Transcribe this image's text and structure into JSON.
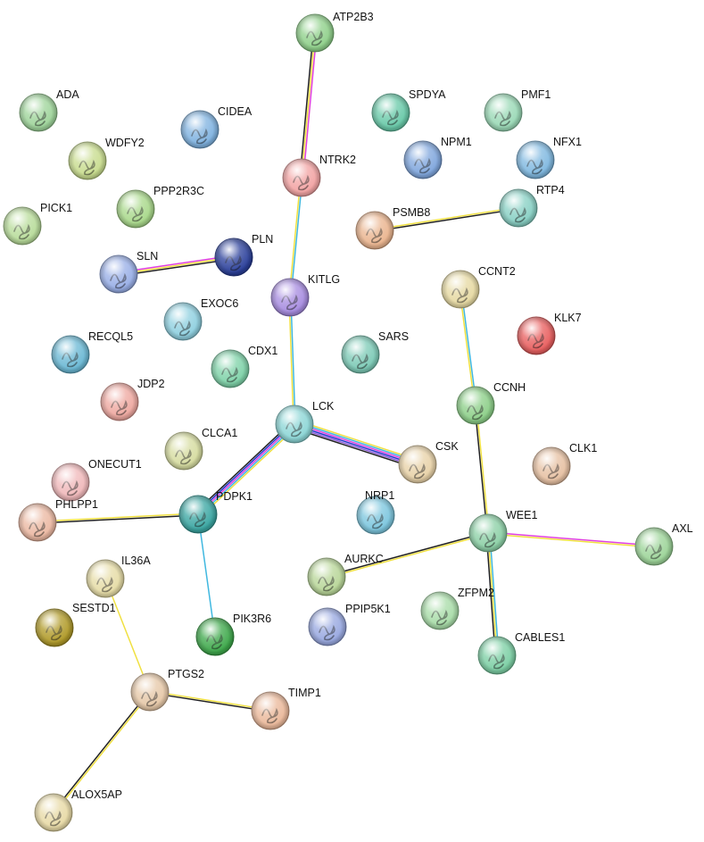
{
  "network": {
    "nodes": [
      {
        "id": "ATP2B3",
        "color": "#8fd08a"
      },
      {
        "id": "ADA",
        "color": "#9ed49a"
      },
      {
        "id": "CIDEA",
        "color": "#7fb2e0"
      },
      {
        "id": "SPDYA",
        "color": "#68c9a8"
      },
      {
        "id": "PMF1",
        "color": "#9ad9b6"
      },
      {
        "id": "WDFY2",
        "color": "#c8dc8e"
      },
      {
        "id": "NTRK2",
        "color": "#f2a3a3"
      },
      {
        "id": "NPM1",
        "color": "#7fa6dd"
      },
      {
        "id": "NFX1",
        "color": "#7fb8e0"
      },
      {
        "id": "PPP2R3C",
        "color": "#a8d88a"
      },
      {
        "id": "PICK1",
        "color": "#b8dc9a"
      },
      {
        "id": "RTP4",
        "color": "#88d0c4"
      },
      {
        "id": "PSMB8",
        "color": "#eab48e"
      },
      {
        "id": "PLN",
        "color": "#2a3f9a"
      },
      {
        "id": "SLN",
        "color": "#98aee6"
      },
      {
        "id": "KITLG",
        "color": "#a78ce0"
      },
      {
        "id": "CCNT2",
        "color": "#e6d9a2"
      },
      {
        "id": "EXOC6",
        "color": "#8fd0e0"
      },
      {
        "id": "RECQL5",
        "color": "#6ab8d4"
      },
      {
        "id": "CDX1",
        "color": "#7ed2a8"
      },
      {
        "id": "SARS",
        "color": "#7ccab6"
      },
      {
        "id": "KLK7",
        "color": "#e85e5e"
      },
      {
        "id": "JDP2",
        "color": "#eea8a0"
      },
      {
        "id": "CCNH",
        "color": "#8ccf88"
      },
      {
        "id": "LCK",
        "color": "#8cd6d6"
      },
      {
        "id": "CLCA1",
        "color": "#d6dca0"
      },
      {
        "id": "CSK",
        "color": "#e8d2a8"
      },
      {
        "id": "CLK1",
        "color": "#e6c0a2"
      },
      {
        "id": "ONECUT1",
        "color": "#f0b8ba"
      },
      {
        "id": "PHLPP1",
        "color": "#ebb8a2"
      },
      {
        "id": "PDPK1",
        "color": "#3aa6a2"
      },
      {
        "id": "NRP1",
        "color": "#7cc6de"
      },
      {
        "id": "WEE1",
        "color": "#8cd0a6"
      },
      {
        "id": "AXL",
        "color": "#9cd498"
      },
      {
        "id": "IL36A",
        "color": "#e6dca6"
      },
      {
        "id": "AURKC",
        "color": "#b8d698"
      },
      {
        "id": "SESTD1",
        "color": "#b09a28"
      },
      {
        "id": "PPIP5K1",
        "color": "#98a8e0"
      },
      {
        "id": "ZFPM2",
        "color": "#a8dca8"
      },
      {
        "id": "PIK3R6",
        "color": "#3da84a"
      },
      {
        "id": "CABLES1",
        "color": "#7ccfa4"
      },
      {
        "id": "PTGS2",
        "color": "#e6c8a8"
      },
      {
        "id": "TIMP1",
        "color": "#eab89a"
      },
      {
        "id": "ALOX5AP",
        "color": "#e8daa6"
      }
    ],
    "edges": [
      {
        "source": "ATP2B3",
        "target": "NTRK2",
        "evidence": [
          "#e040e0",
          "#f0e040",
          "#222222"
        ]
      },
      {
        "source": "NTRK2",
        "target": "KITLG",
        "evidence": [
          "#40b8e0",
          "#f0e040"
        ]
      },
      {
        "source": "KITLG",
        "target": "LCK",
        "evidence": [
          "#40b8e0",
          "#f0e040"
        ]
      },
      {
        "source": "SLN",
        "target": "PLN",
        "evidence": [
          "#e040e0",
          "#f0e040",
          "#222222"
        ]
      },
      {
        "source": "PSMB8",
        "target": "RTP4",
        "evidence": [
          "#f0e040",
          "#222222"
        ]
      },
      {
        "source": "LCK",
        "target": "CSK",
        "evidence": [
          "#f0e040",
          "#40b8e0",
          "#e040e0",
          "#2233cc",
          "#8a5ad8",
          "#222222"
        ]
      },
      {
        "source": "LCK",
        "target": "PDPK1",
        "evidence": [
          "#f0e040",
          "#40b8e0",
          "#e040e0",
          "#2233cc",
          "#222222"
        ]
      },
      {
        "source": "PHLPP1",
        "target": "PDPK1",
        "evidence": [
          "#f0e040",
          "#222222"
        ]
      },
      {
        "source": "PDPK1",
        "target": "PIK3R6",
        "evidence": [
          "#40b8e0"
        ]
      },
      {
        "source": "CCNT2",
        "target": "CCNH",
        "evidence": [
          "#40b8e0",
          "#f0e040"
        ]
      },
      {
        "source": "CCNH",
        "target": "WEE1",
        "evidence": [
          "#f0e040",
          "#222222"
        ]
      },
      {
        "source": "WEE1",
        "target": "AXL",
        "evidence": [
          "#e040e0",
          "#f0e040"
        ]
      },
      {
        "source": "WEE1",
        "target": "AURKC",
        "evidence": [
          "#f0e040",
          "#222222"
        ]
      },
      {
        "source": "WEE1",
        "target": "CABLES1",
        "evidence": [
          "#40b8e0",
          "#f0e040",
          "#222222"
        ]
      },
      {
        "source": "IL36A",
        "target": "PTGS2",
        "evidence": [
          "#f0e040"
        ]
      },
      {
        "source": "PTGS2",
        "target": "TIMP1",
        "evidence": [
          "#f0e040",
          "#222222"
        ]
      },
      {
        "source": "PTGS2",
        "target": "ALOX5AP",
        "evidence": [
          "#f0e040",
          "#222222"
        ]
      }
    ]
  }
}
